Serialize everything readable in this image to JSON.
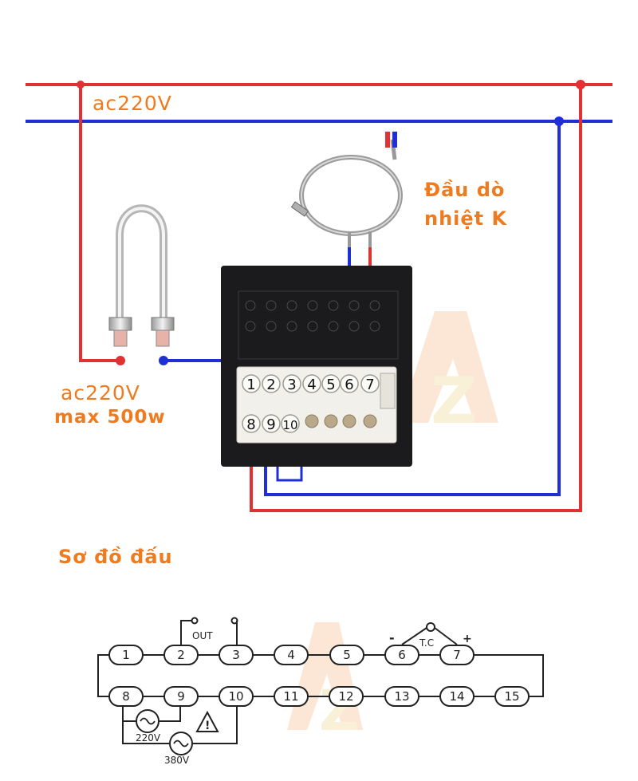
{
  "labels": {
    "supply_top": "ac220V",
    "probe_line1": "Đầu dò",
    "probe_line2": "nhiệt K",
    "heater_line1": "ac220V",
    "heater_line2": "max 500w",
    "schema_title": "Sơ đồ đấu"
  },
  "controller": {
    "top_row": [
      "1",
      "2",
      "3",
      "4",
      "5",
      "6",
      "7"
    ],
    "bottom_row": [
      "8",
      "9",
      "10"
    ]
  },
  "schematic": {
    "out_label": "OUT",
    "tc_label": "T.C",
    "tc_minus": "-",
    "tc_plus": "+",
    "top_row": [
      "1",
      "2",
      "3",
      "4",
      "5",
      "6",
      "7"
    ],
    "bottom_row": [
      "8",
      "9",
      "10",
      "11",
      "12",
      "13",
      "14",
      "15"
    ],
    "supply_220": "220V",
    "supply_380": "380V",
    "warning_symbol": "!"
  },
  "watermark": {
    "text": "AZ"
  },
  "colors": {
    "live_wire": "#e03232",
    "neutral_wire": "#1f2fd6",
    "label_orange": "#f07a1e",
    "controller_body": "#1b1b1d",
    "terminal_block": "#f2f0ea"
  }
}
